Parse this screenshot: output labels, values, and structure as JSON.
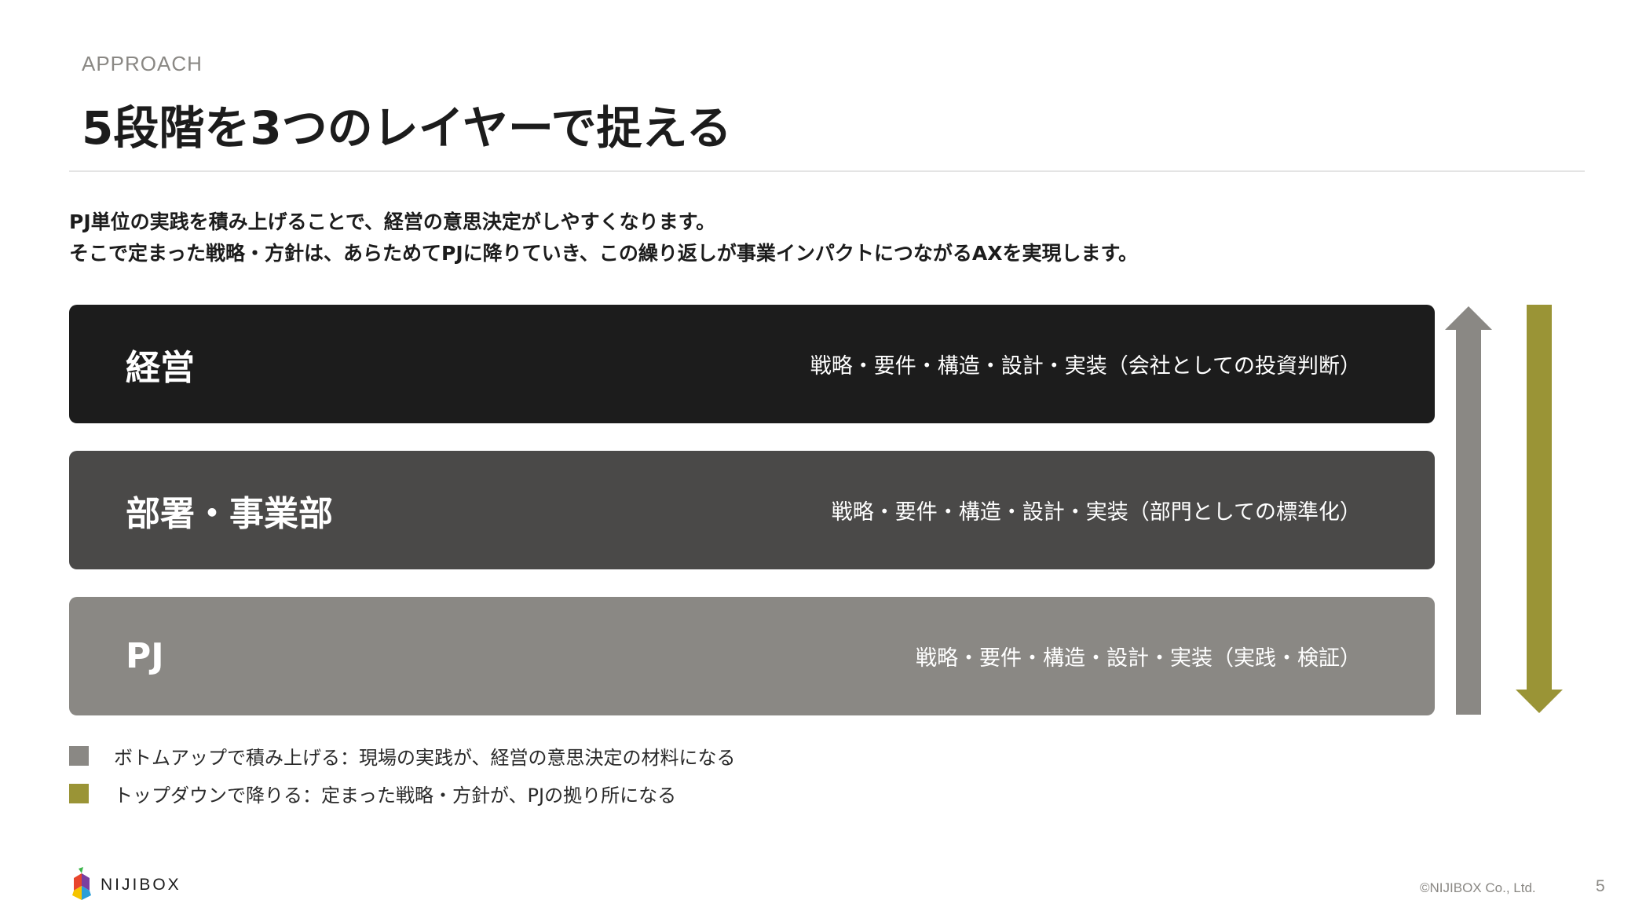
{
  "header": {
    "eyebrow": "APPROACH",
    "title": "5段階を3つのレイヤーで捉える"
  },
  "lead": {
    "line1": "PJ単位の実践を積み上げることで、経営の意思決定がしやすくなります。",
    "line2": "そこで定まった戦略・方針は、あらためてPJに降りていき、この繰り返しが事業インパクトにつながるAXを実現します。"
  },
  "layers": [
    {
      "name": "経営",
      "description": "戦略・要件・構造・設計・実装（会社としての投資判断）",
      "color": "#1c1c1c"
    },
    {
      "name": "部署・事業部",
      "description": "戦略・要件・構造・設計・実装（部門としての標準化）",
      "color": "#4a4948"
    },
    {
      "name": "PJ",
      "description": "戦略・要件・構造・設計・実装（実践・検証）",
      "color": "#8a8884"
    }
  ],
  "arrows": {
    "up_color": "#8a8884",
    "down_color": "#9a9436"
  },
  "legend": [
    {
      "text": "ボトムアップで積み上げる：現場の実践が、経営の意思決定の材料になる",
      "color": "#8a8884"
    },
    {
      "text": "トップダウンで降りる：定まった戦略・方針が、PJの拠り所になる",
      "color": "#9a9436"
    }
  ],
  "footer": {
    "logo_text": "NIJIBOX",
    "copyright": "©NIJIBOX Co., Ltd.",
    "page_number": "5"
  }
}
